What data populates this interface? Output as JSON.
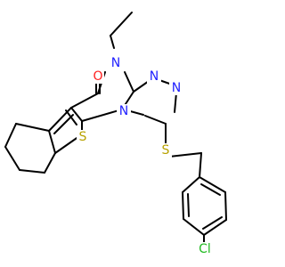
{
  "molecule": {
    "atoms": {
      "oxygen": "O",
      "n_ethyl": "N",
      "n_triazole_upper": "N",
      "n_triazole_lower": "N",
      "n_bridge": "N",
      "s_thiophene": "S",
      "s_thioether": "S",
      "chlorine": "Cl"
    },
    "colors": {
      "bond": "#000000",
      "nitrogen": "#1f1fff",
      "oxygen": "#ff1f1f",
      "sulfur": "#b8a200",
      "chlorine": "#22bb22"
    }
  }
}
